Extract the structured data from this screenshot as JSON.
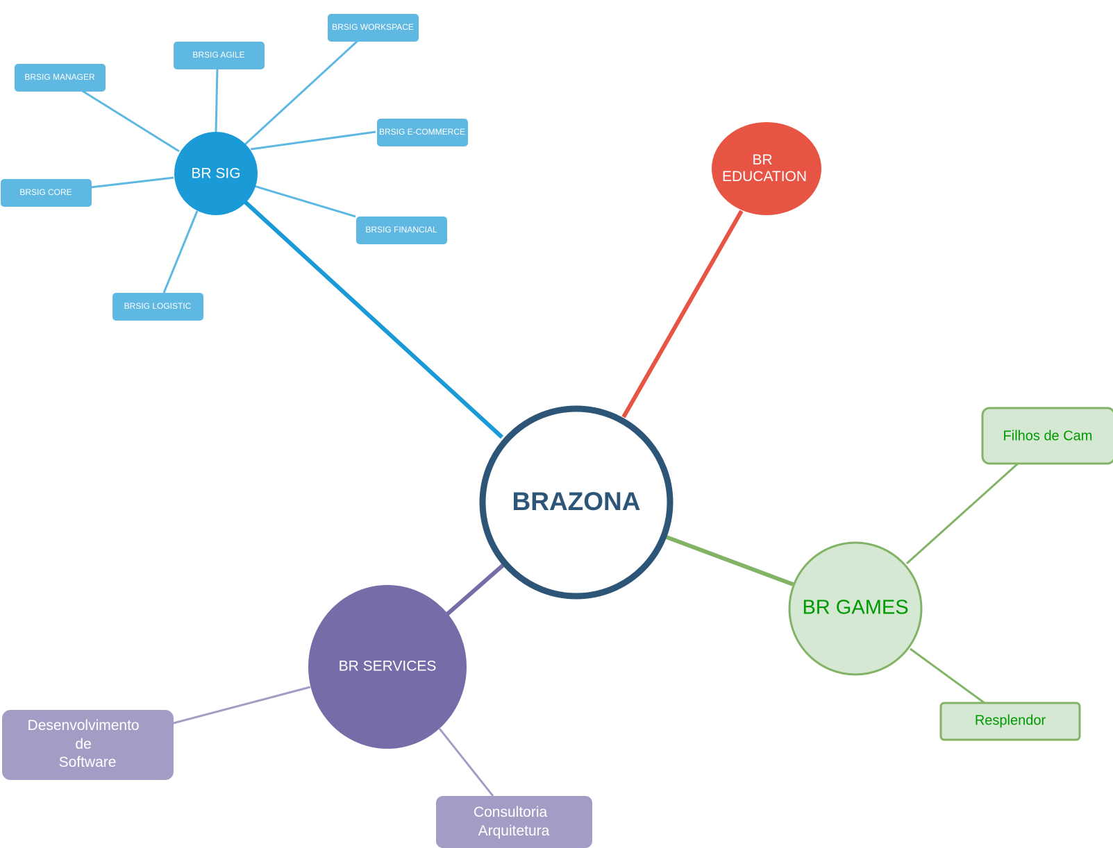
{
  "center": {
    "label": "BRAZONA",
    "color": "#2d5577"
  },
  "branches": {
    "sig": {
      "label": "BR SIG",
      "color": "#1a9bd7",
      "leaf_color": "#5fb8e2",
      "children": [
        "BRSIG WORKSPACE",
        "BRSIG AGILE",
        "BRSIG MANAGER",
        "BRSIG E-COMMERCE",
        "BRSIG CORE",
        "BRSIG FINANCIAL",
        "BRSIG LOGISTIC"
      ]
    },
    "education": {
      "label_lines": [
        "BR",
        "EDUCATION"
      ],
      "color": "#e85443"
    },
    "games": {
      "label": "BR GAMES",
      "color": "#82b366",
      "fill": "#d5e8d4",
      "text_color": "#009900",
      "children": [
        "Filhos de Cam",
        "Resplendor"
      ]
    },
    "services": {
      "label": "BR SERVICES",
      "color": "#766ca8",
      "leaf_color": "#a29dc5",
      "children": [
        {
          "lines": [
            "Desenvolvimento",
            "de",
            "Software"
          ]
        },
        {
          "lines": [
            "Consultoria",
            "Arquitetura"
          ]
        }
      ]
    }
  }
}
